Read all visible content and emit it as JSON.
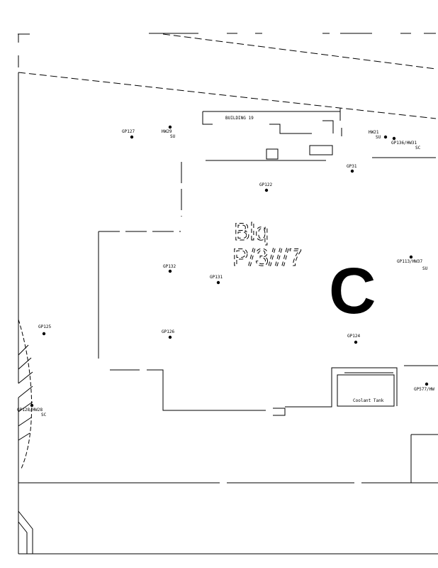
{
  "map": {
    "building_label": "BUILDING 19",
    "site_marking_line1": "Blq",
    "site_marking_line2": "P/3///7",
    "section_letter": "C",
    "tank_label": "Coolant Tank",
    "points": {
      "gp127": "GP127",
      "hw29": "HW29",
      "hw29_note": "SU",
      "hw21": "HW21",
      "hw21_note": "SU",
      "gp136": "GP136/HW31",
      "gp136_note": "SC",
      "gp31": "GP31",
      "gp122": "GP122",
      "gp113": "GP113/HW37",
      "gp113_note": "SU",
      "gp132": "GP132",
      "gp131": "GP131",
      "gp125": "GP125",
      "gp126": "GP126",
      "gp124": "GP124",
      "gp128": "GP128/HW28",
      "gp128_note": "SC",
      "gp77": "GP577/HW"
    }
  }
}
